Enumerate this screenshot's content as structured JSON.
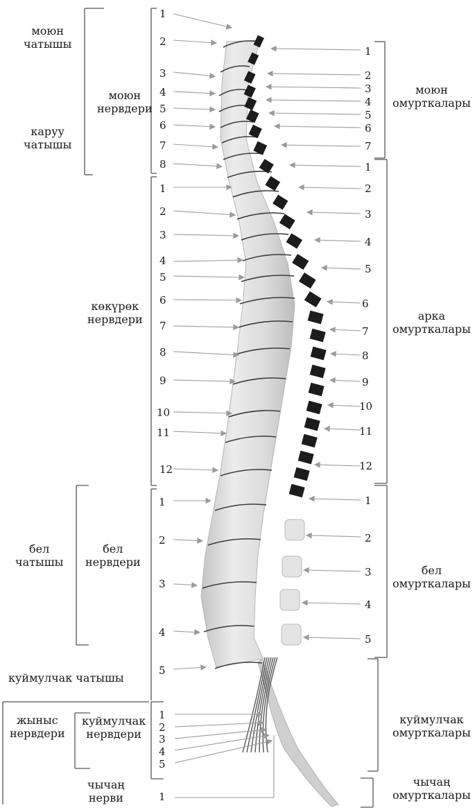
{
  "left_labels": {
    "neck_region_a": "моюн",
    "neck_region_b": "чатышы",
    "arm_region_a": "каруу",
    "arm_region_b": "чатышы",
    "cervical_nerves_a": "моюн",
    "cervical_nerves_b": "нервдери",
    "thoracic_nerves_a": "көкүрөк",
    "thoracic_nerves_b": "нервдери",
    "lumbar_region_a": "бел",
    "lumbar_region_b": "чатышы",
    "lumbar_nerves_a": "бел",
    "lumbar_nerves_b": "нервдери",
    "sacral_region": "куймулчак чатышы",
    "genital_nerves_a": "жыныс",
    "genital_nerves_b": "нервдери",
    "sacral_nerves_a": "куймулчак",
    "sacral_nerves_b": "нервдери",
    "coccygeal_nerve_a": "чычаң",
    "coccygeal_nerve_b": "нерви"
  },
  "right_labels": {
    "cervical_vertebrae_a": "моюн",
    "cervical_vertebrae_b": "омурткалары",
    "thoracic_vertebrae_a": "арка",
    "thoracic_vertebrae_b": "омурткалары",
    "lumbar_vertebrae_a": "бел",
    "lumbar_vertebrae_b": "омурткалары",
    "sacral_vertebrae_a": "куймулчак",
    "sacral_vertebrae_b": "омурткалары",
    "coccygeal_vertebrae_a": "чычаң",
    "coccygeal_vertebrae_b": "омурткалары"
  },
  "nerve_numbers": {
    "cervical": [
      "1",
      "2",
      "3",
      "4",
      "5",
      "6",
      "7",
      "8"
    ],
    "thoracic": [
      "1",
      "2",
      "3",
      "4",
      "5",
      "6",
      "7",
      "8",
      "9",
      "10",
      "11",
      "12"
    ],
    "lumbar": [
      "1",
      "2",
      "3",
      "4",
      "5"
    ],
    "sacral": [
      "1",
      "2",
      "3",
      "4",
      "5"
    ],
    "coccygeal": [
      "1"
    ]
  },
  "vertebra_numbers": {
    "cervical": [
      "1",
      "2",
      "3",
      "4",
      "5",
      "6",
      "7"
    ],
    "thoracic": [
      "1",
      "2",
      "3",
      "4",
      "5",
      "6",
      "7",
      "8",
      "9",
      "10",
      "11",
      "12"
    ],
    "lumbar": [
      "1",
      "2",
      "3",
      "4",
      "5"
    ]
  },
  "colors": {
    "ink": "#1a1a1a",
    "arrow": "#9a9a9a",
    "cord": "#d2d2d2",
    "vertebra": "#1c1c1c"
  }
}
